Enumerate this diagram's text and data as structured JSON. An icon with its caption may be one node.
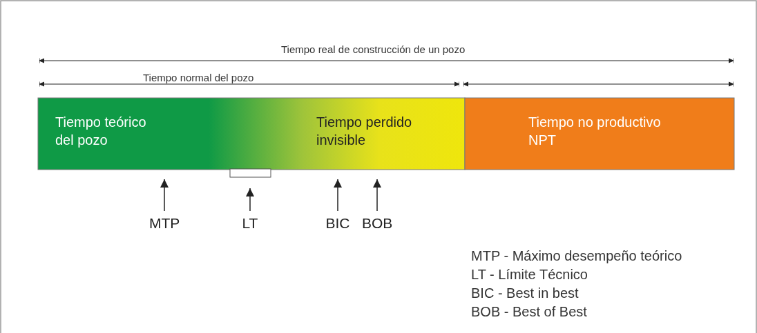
{
  "diagram": {
    "nodes": [
      {
        "text": [
          "Tiempo teórico del pozo",
          "Tiempo perdido invisible"
        ]
      },
      {
        "text": [
          "Tiempo no productivo NPT"
        ]
      },
      {
        "text": [],
        "shape": "box"
      },
      {
        "text": [
          "MTP"
        ]
      },
      {
        "text": [
          "LT"
        ]
      },
      {
        "text": [
          "BIC"
        ]
      },
      {
        "text": [
          "BOB"
        ]
      }
    ],
    "edges": [
      {
        "from": 3,
        "to": 0,
        "arrow": "to"
      },
      {
        "from": 4,
        "to": 2,
        "arrow": "to"
      },
      {
        "from": 5,
        "to": 0,
        "arrow": "to"
      },
      {
        "from": 6,
        "to": 0,
        "arrow": "to"
      }
    ],
    "labels": [
      "Tiempo real de construcción de un pozo",
      "Tiempo normal del pozo",
      "MTP - Máximo desempeño teórico",
      "LT - Límite Técnico",
      "BIC - Best in best",
      "BOB - Best of Best"
    ]
  }
}
